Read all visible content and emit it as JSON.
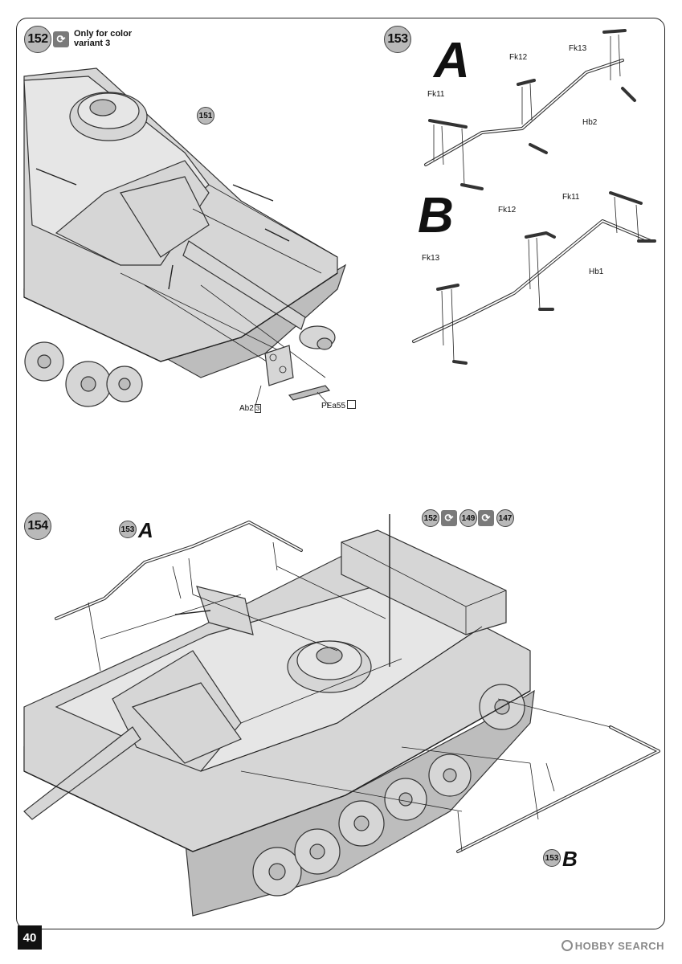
{
  "page": {
    "number": "40"
  },
  "steps": {
    "s152": {
      "number": "152",
      "note": "Only for color\nvariant 3",
      "ref_151": "151",
      "part_ab2": "Ab2",
      "part_ab2_qty": "3",
      "part_pea55": "PEa55"
    },
    "s153": {
      "number": "153",
      "variant_a": "A",
      "variant_b": "B",
      "a_labels": {
        "fk11": "Fk11",
        "fk12": "Fk12",
        "fk13": "Fk13",
        "hb": "Hb2"
      },
      "b_labels": {
        "fk11": "Fk11",
        "fk12": "Fk12",
        "fk13": "Fk13",
        "hb": "Hb1"
      }
    },
    "s154": {
      "number": "154",
      "ref_153": "153",
      "ref_a": "A",
      "ref_b": "B",
      "ref_152": "152",
      "ref_149": "149",
      "ref_147": "147"
    }
  },
  "watermark": {
    "text": "HOBBY SEARCH"
  },
  "colors": {
    "part_fill": "#d6d6d6",
    "badge_fill": "#b9b9b9",
    "line": "#222222"
  }
}
